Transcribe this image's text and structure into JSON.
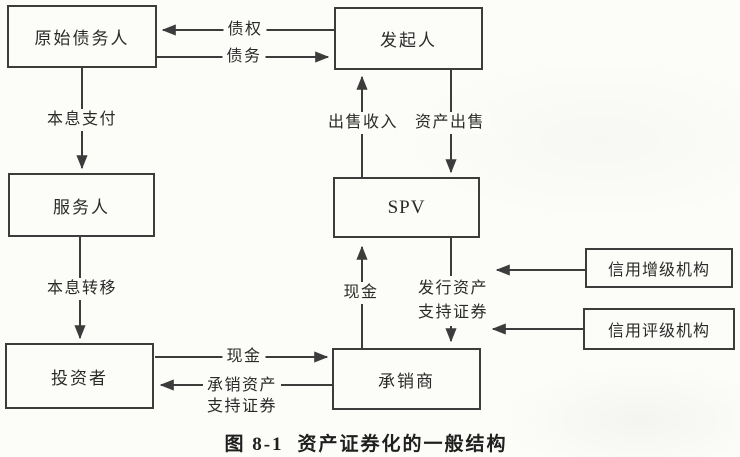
{
  "figure": {
    "caption_label": "图 8-1",
    "caption_title": "资产证券化的一般结构"
  },
  "nodes": {
    "original_debtor": "原始债务人",
    "originator": "发起人",
    "servicer": "服务人",
    "spv": "SPV",
    "investor": "投资者",
    "underwriter": "承销商",
    "credit_enhancement_agency": "信用增级机构",
    "credit_rating_agency": "信用评级机构"
  },
  "edges": {
    "claim": "债权",
    "debt": "债务",
    "principal_interest_payment": "本息支付",
    "sale_proceeds": "出售收入",
    "asset_sale": "资产出售",
    "principal_interest_transfer": "本息转移",
    "cash_up": "现金",
    "issue_abs_line1": "发行资产",
    "issue_abs_line2": "支持证券",
    "cash_right": "现金",
    "underwrite_abs_line1": "承销资产",
    "underwrite_abs_line2": "支持证券"
  },
  "colors": {
    "line": "#3c3c3c",
    "text": "#262626",
    "background": "#fcfcf9"
  }
}
